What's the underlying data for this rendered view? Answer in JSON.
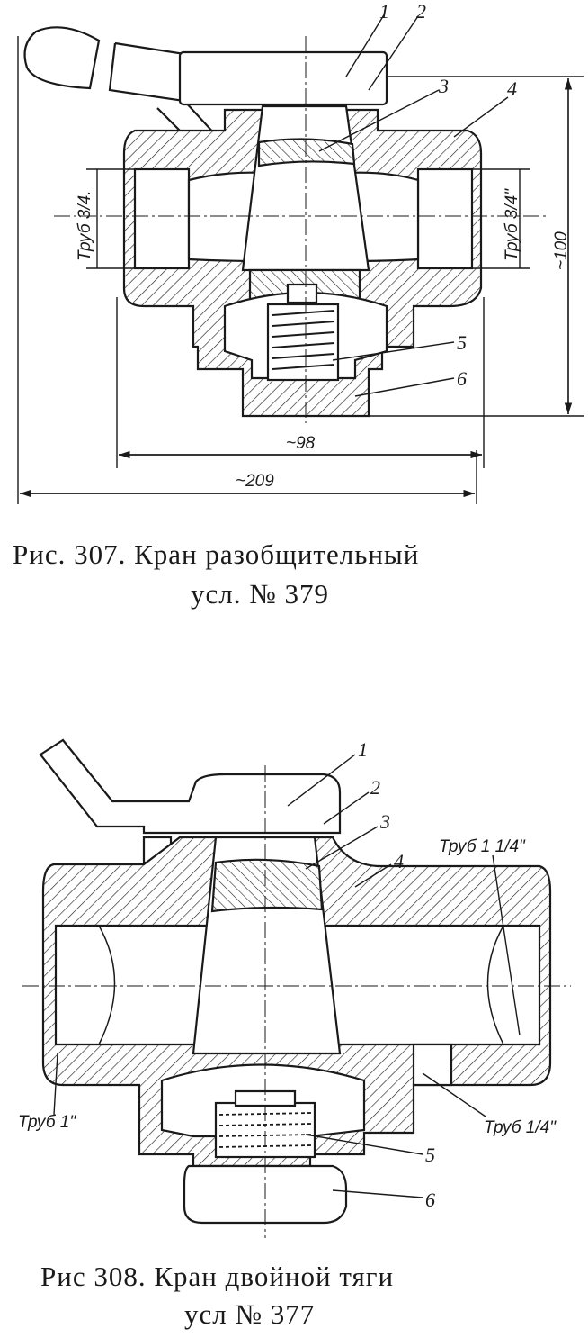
{
  "fig307": {
    "labels": [
      "1",
      "2",
      "3",
      "4",
      "5",
      "6"
    ],
    "pipe_left": "Труб 3/4.",
    "pipe_right": "Труб 3/4\"",
    "dim_height": "~100",
    "dim_width_body": "~98",
    "dim_width_total": "~209",
    "caption_line1": "Рис.  307.   Кран  разобщительный",
    "caption_line2": "усл.  №  379"
  },
  "fig308": {
    "labels": [
      "1",
      "2",
      "3",
      "4",
      "5",
      "6"
    ],
    "pipe_top_right": "Труб 1 1/4\"",
    "pipe_left": "Труб 1\"",
    "pipe_right": "Труб 1/4\"",
    "caption_line1": "Рис  308. Кран  двойной  тяги",
    "caption_line2": "усл   №  377"
  }
}
